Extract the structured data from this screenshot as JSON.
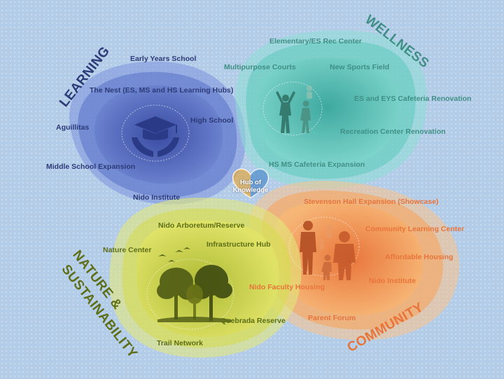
{
  "hub": {
    "line1": "Hub of",
    "line2": "Knowledge"
  },
  "categories": {
    "learning": "LEARNING",
    "wellness": "WELLNESS",
    "community": "COMMUNITY",
    "nature_line1": "NATURE &",
    "nature_line2": "SUSTAINABILITY"
  },
  "learning": {
    "items": [
      "Early Years School",
      "The Nest (ES, MS and HS Learning Hubs)",
      "High School",
      "Aguillitas",
      "Middle School Expansion",
      "Nido Institute"
    ]
  },
  "wellness": {
    "items": [
      "Elementary/ES Rec Center",
      "Multipurpose Courts",
      "New Sports Field",
      "ES and EYS Cafeteria Renovation",
      "Recreation Center Renovation",
      "HS MS Cafeteria Expansion"
    ]
  },
  "community": {
    "items": [
      "Stevenson Hall Expansion (Showcase)",
      "Community Learning Center",
      "Affordable Housing",
      "Nido Institute",
      "Nido Faculty Housing",
      "Parent Forum"
    ]
  },
  "nature": {
    "items": [
      "Nido Arboretum/Reserve",
      "Infrastructure Hub",
      "Nature Center",
      "Quebrada Reserve",
      "Trail Network"
    ]
  },
  "colors": {
    "background": "#b3cce8",
    "learning": "#4d63b8",
    "wellness": "#4fbfb5",
    "community": "#f39445",
    "nature": "#c9d33f"
  },
  "icons": [
    "graduation-cap-hands-icon",
    "athletes-icon",
    "family-icon",
    "trees-birds-icon",
    "heart-icon"
  ]
}
